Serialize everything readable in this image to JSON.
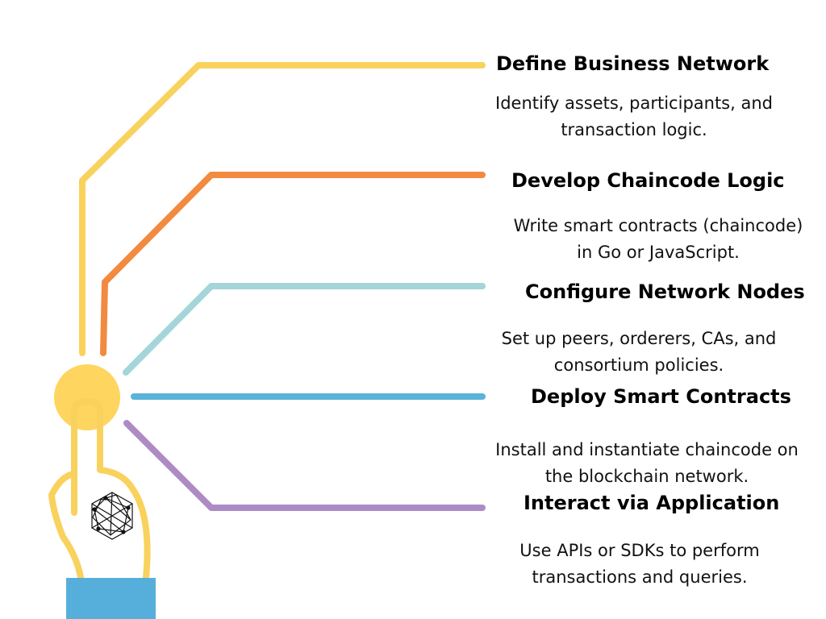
{
  "colors": {
    "hand": "#f9d25d",
    "palm": "#fed55f",
    "cuff": "#56afda",
    "logo": "#111111"
  },
  "icons": {
    "hand": "pointing-hand-icon",
    "logo": "hyperledger-hexagon-logo-icon"
  },
  "steps": [
    {
      "title": "Define Business Network",
      "desc_lines": [
        "Identify assets, participants, and",
        "transaction logic."
      ],
      "color": "#f9d25d"
    },
    {
      "title": "Develop Chaincode Logic",
      "desc_lines": [
        "Write smart contracts (chaincode)",
        "in Go or JavaScript."
      ],
      "color": "#f28a3f"
    },
    {
      "title": "Configure Network Nodes",
      "desc_lines": [
        "Set up peers, orderers, CAs, and",
        "consortium policies."
      ],
      "color": "#a4d5d9"
    },
    {
      "title": "Deploy Smart Contracts",
      "desc_lines": [
        "Install and instantiate chaincode on",
        "the blockchain network."
      ],
      "color": "#5bb3da"
    },
    {
      "title": "Interact via Application",
      "desc_lines": [
        "Use APIs or SDKs to perform",
        "transactions and queries."
      ],
      "color": "#ac8bc6"
    }
  ]
}
